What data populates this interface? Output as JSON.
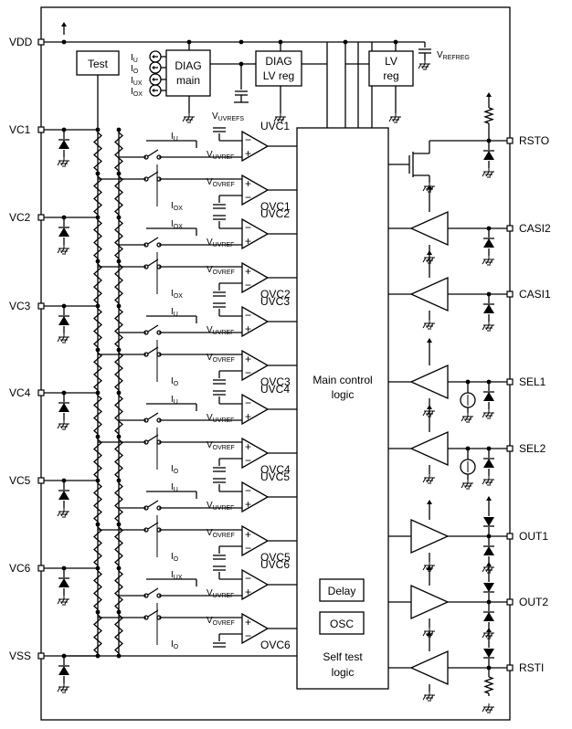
{
  "left_pins": [
    "VDD",
    "VC1",
    "VC2",
    "VC3",
    "VC4",
    "VC5",
    "VC6",
    "VSS"
  ],
  "right_pins": [
    "RSTO",
    "CASI2",
    "CASI1",
    "SEL1",
    "SEL2",
    "OUT1",
    "OUT2",
    "RSTI"
  ],
  "blocks": {
    "test": "Test",
    "diag_main": [
      "DIAG",
      "main"
    ],
    "diag_lv_reg": [
      "DIAG",
      "LV reg"
    ],
    "lv_reg": [
      "LV",
      "reg"
    ],
    "main_control": [
      "Main control",
      "logic"
    ],
    "delay": "Delay",
    "osc": "OSC",
    "self_test": [
      "Self test",
      "logic"
    ]
  },
  "sources": [
    {
      "main": "I",
      "sub": "U"
    },
    {
      "main": "I",
      "sub": "O"
    },
    {
      "main": "I",
      "sub": "UX"
    },
    {
      "main": "I",
      "sub": "OX"
    }
  ],
  "refs": {
    "vrefreg": "V",
    "vrefreg_sub": "REFREG",
    "vuvrefs": "V",
    "vuvrefs_sub": "UVREFS"
  },
  "comparators": [
    {
      "uv": "UVC1",
      "ov": "OVC1",
      "switch": "U",
      "switch2": "OX"
    },
    {
      "uv": "UVC2",
      "ov": "OVC2",
      "switch": "OX",
      "switch2": "OX"
    },
    {
      "uv": "UVC3",
      "ov": "OVC3",
      "switch": "U",
      "switch2": "O"
    },
    {
      "uv": "UVC4",
      "ov": "OVC4",
      "switch": "U",
      "switch2": "O"
    },
    {
      "uv": "UVC5",
      "ov": "OVC5",
      "switch": "U",
      "switch2": "O"
    },
    {
      "uv": "UVC6",
      "ov": "OVC6",
      "switch": "UX",
      "switch2": "O"
    }
  ],
  "comp_ref": {
    "uv_main": "V",
    "uv_sub": "UVREF",
    "ov_main": "V",
    "ov_sub": "OVREF"
  },
  "signs": {
    "plus": "+",
    "minus": "−"
  }
}
